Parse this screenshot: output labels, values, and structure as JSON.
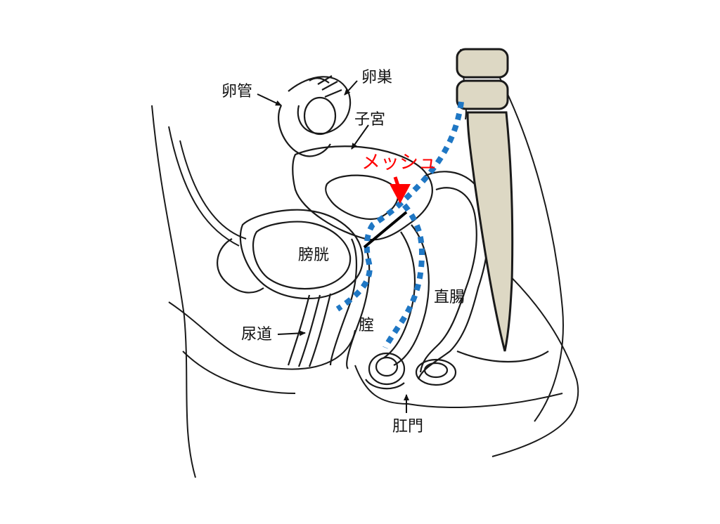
{
  "labels": {
    "fallopian_tube": "卵管",
    "ovary": "卵巣",
    "uterus": "子宮",
    "mesh": "メッシュ",
    "bladder": "膀胱",
    "rectum": "直腸",
    "vagina": "腟",
    "urethra": "尿道",
    "anus": "肛門"
  },
  "colors": {
    "line": "#1a1a1a",
    "spine_fill": "#ddd8c4",
    "mesh_path": "#1f77c4",
    "mesh_label": "#ff0000",
    "mesh_arrow": "#ff0000",
    "bar": "#000000"
  }
}
